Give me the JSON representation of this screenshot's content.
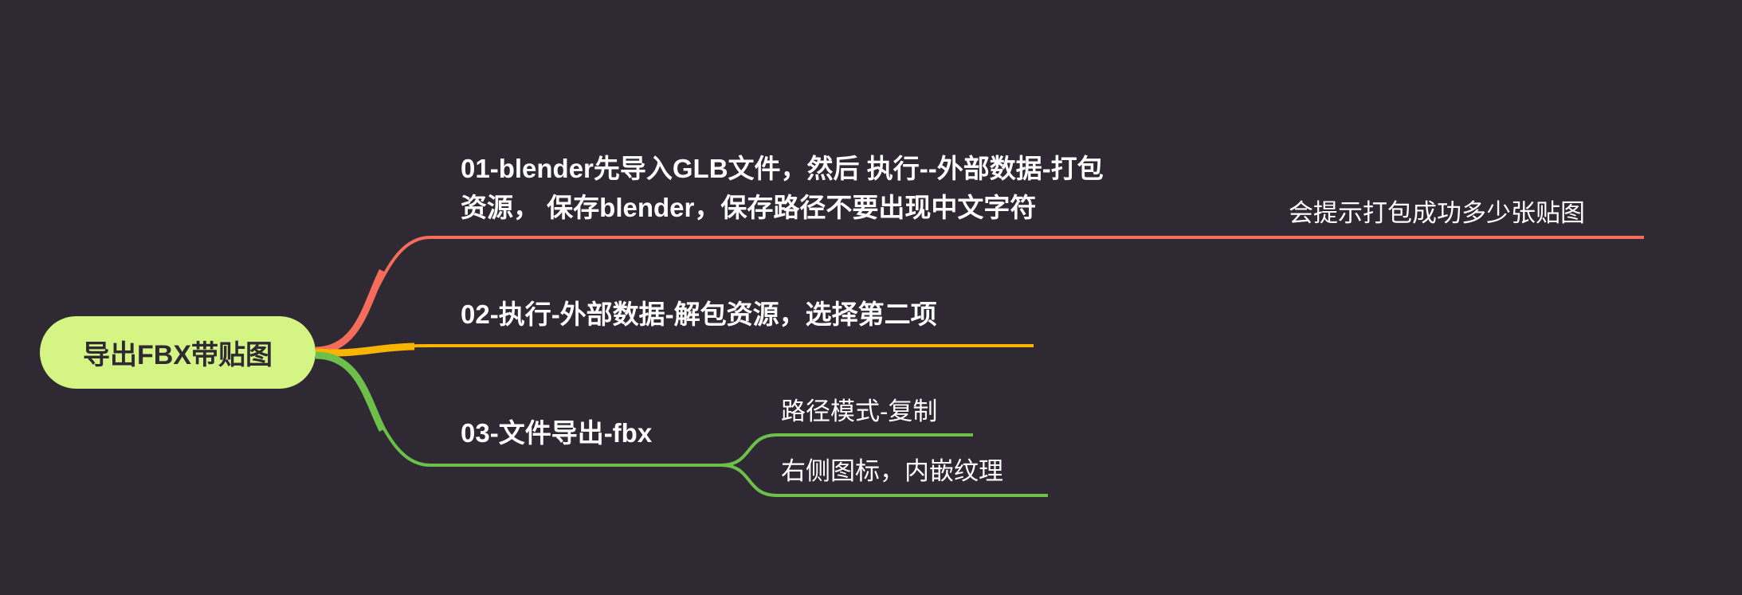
{
  "root": {
    "label": "导出FBX带贴图",
    "color": "#d4f584"
  },
  "branches": [
    {
      "lines": [
        "01-blender先导入GLB文件，然后 执行--外部数据-打包",
        "资源， 保存blender，保存路径不要出现中文字符"
      ],
      "color": "#f56c5a",
      "children": [
        {
          "label": "会提示打包成功多少张贴图"
        }
      ]
    },
    {
      "lines": [
        "02-执行-外部数据-解包资源，选择第二项"
      ],
      "color": "#f8b400",
      "children": []
    },
    {
      "lines": [
        "03-文件导出-fbx"
      ],
      "color": "#6cc04a",
      "children": [
        {
          "label": "路径模式-复制"
        },
        {
          "label": "右侧图标，内嵌纹理"
        }
      ]
    }
  ]
}
